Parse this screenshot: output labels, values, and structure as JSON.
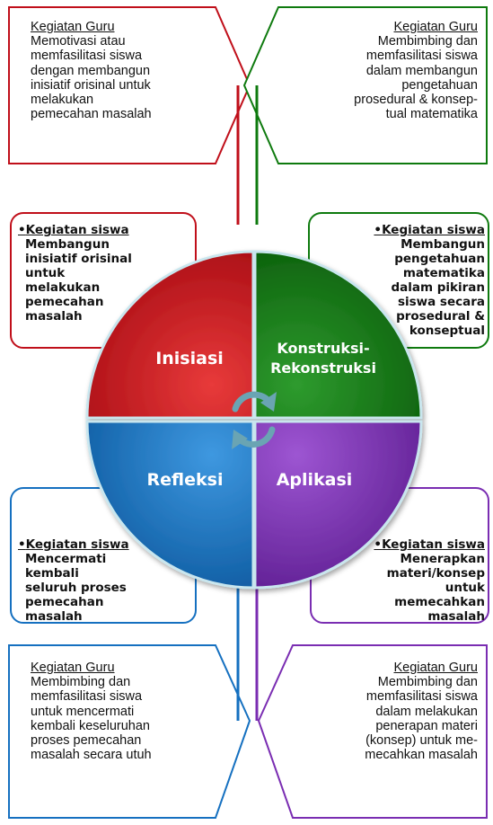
{
  "colors": {
    "red": "#c00f1a",
    "green": "#0e7a0e",
    "blue": "#1570c0",
    "purple": "#7a2db2",
    "teal": "#5fa0ae"
  },
  "center_icon": "cycle-arrows-icon",
  "quadrants": {
    "inisiasi": {
      "label": "Inisiasi"
    },
    "konstruksi": {
      "label_line1": "Konstruksi-",
      "label_line2": "Rekonstruksi"
    },
    "refleksi": {
      "label": "Refleksi"
    },
    "aplikasi": {
      "label": "Aplikasi"
    }
  },
  "guru_boxes": {
    "top_left": {
      "heading": "Kegiatan Guru",
      "lines": [
        "Memotivasi atau",
        "memfasilitasi siswa",
        "dengan membangun",
        "inisiatif orisinal untuk",
        "melakukan",
        "pemecahan masalah"
      ]
    },
    "top_right": {
      "heading": "Kegiatan Guru",
      "lines": [
        "Membimbing dan",
        "memfasilitasi siswa",
        "dalam membangun",
        "pengetahuan",
        "prosedural & konsep-",
        "tual matematika"
      ]
    },
    "bottom_left": {
      "heading": "Kegiatan Guru",
      "lines": [
        "Membimbing dan",
        "memfasilitasi siswa",
        "untuk mencermati",
        "kembali keseluruhan",
        "proses pemecahan",
        "masalah secara utuh"
      ]
    },
    "bottom_right": {
      "heading": "Kegiatan Guru",
      "lines": [
        "Membimbing dan",
        "memfasilitasi siswa",
        "dalam melakukan",
        "penerapan materi",
        "(konsep) untuk me-",
        "mecahkan masalah"
      ]
    }
  },
  "siswa_boxes": {
    "top_left": {
      "heading": "Kegiatan siswa",
      "lines": [
        "Membangun",
        "inisiatif orisinal",
        "untuk",
        "melakukan",
        "pemecahan",
        "masalah"
      ]
    },
    "top_right": {
      "heading": "Kegiatan siswa",
      "lines": [
        "Membangun",
        "pengetahuan",
        "matematika",
        "dalam pikiran",
        "siswa secara",
        "prosedural &",
        "konseptual"
      ]
    },
    "bottom_left": {
      "heading": "Kegiatan siswa",
      "lines": [
        "Mencermati",
        "kembali",
        "seluruh proses",
        "pemecahan",
        "masalah"
      ]
    },
    "bottom_right": {
      "heading": "Kegiatan siswa",
      "lines": [
        "Menerapkan",
        "materi/konsep",
        "untuk",
        "memecahkan",
        "masalah"
      ]
    }
  }
}
